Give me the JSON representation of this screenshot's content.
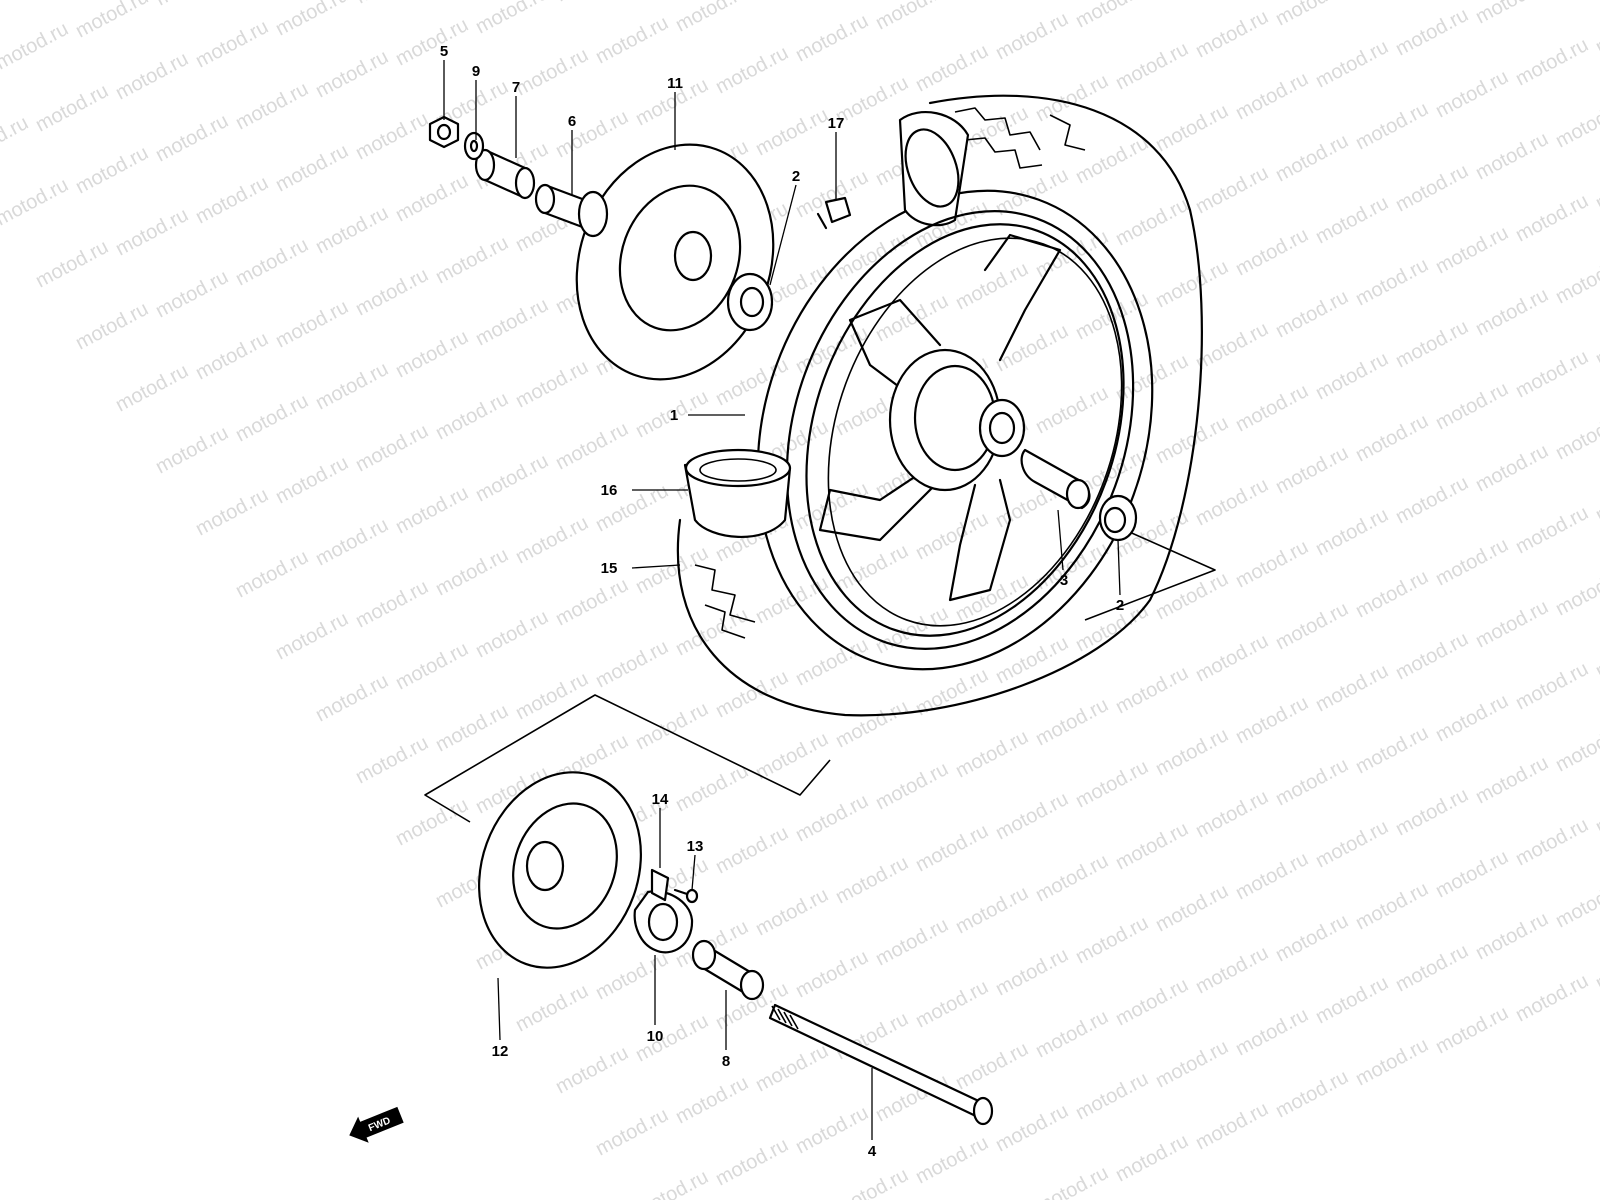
{
  "watermark": {
    "text": "motod.ru"
  },
  "fwd_marker": {
    "label": "FWD"
  },
  "parts": {
    "p1": "1",
    "p2a": "2",
    "p2b": "2",
    "p3": "3",
    "p4": "4",
    "p5": "5",
    "p6": "6",
    "p7": "7",
    "p8": "8",
    "p9": "9",
    "p10": "10",
    "p11": "11",
    "p12": "12",
    "p13": "13",
    "p14": "14",
    "p15": "15",
    "p16": "16",
    "p17": "17"
  }
}
